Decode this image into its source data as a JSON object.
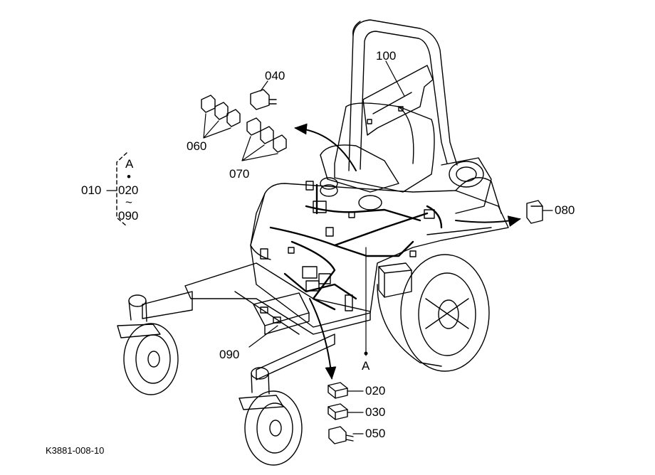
{
  "diagram": {
    "figure_code": "K3881-008-10",
    "callouts": {
      "c010": "010",
      "c020_range": "020",
      "c090_range": "090",
      "a_top": "A",
      "a_bottom": "A",
      "c040": "040",
      "c060": "060",
      "c070": "070",
      "c080": "080",
      "c090": "090",
      "c100": "100",
      "c020": "020",
      "c030": "030",
      "c050": "050"
    },
    "range_marks": {
      "dot": "•",
      "tilde": "~"
    }
  }
}
